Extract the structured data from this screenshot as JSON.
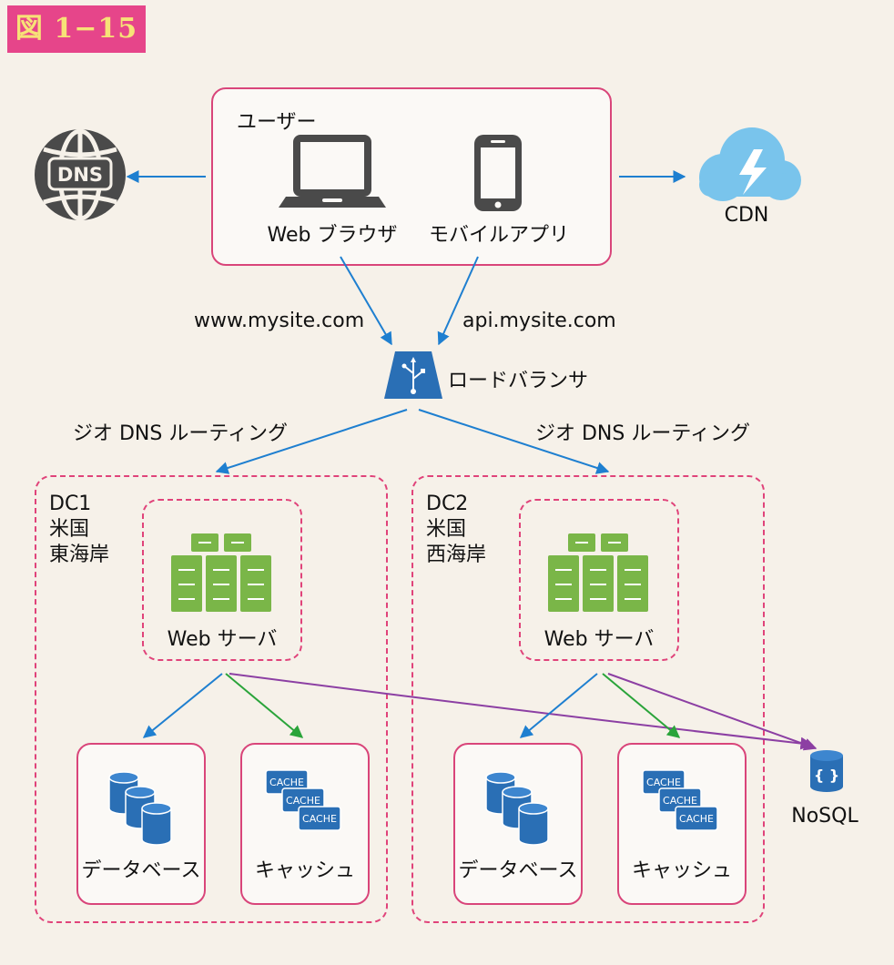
{
  "figure_label": "図 1−15",
  "users": {
    "title": "ユーザー",
    "web_browser": "Web ブラウザ",
    "mobile_app": "モバイルアプリ"
  },
  "dns": {
    "label": "DNS"
  },
  "cdn": {
    "label": "CDN"
  },
  "domains": {
    "web": "www.mysite.com",
    "api": "api.mysite.com"
  },
  "load_balancer": {
    "label": "ロードバランサ"
  },
  "geo_routing": {
    "left": "ジオ DNS ルーティング",
    "right": "ジオ DNS ルーティング"
  },
  "dc1": {
    "name": "DC1",
    "country": "米国",
    "region": "東海岸",
    "web_server": "Web サーバ",
    "database": "データベース",
    "cache": "キャッシュ"
  },
  "dc2": {
    "name": "DC2",
    "country": "米国",
    "region": "西海岸",
    "web_server": "Web サーバ",
    "database": "データベース",
    "cache": "キャッシュ"
  },
  "cache_icon_text": "CACHE",
  "nosql": {
    "label": "NoSQL"
  },
  "colors": {
    "accent_pink": "#e6458a",
    "arrow_blue": "#1e7fd0",
    "arrow_green": "#2aa43a",
    "arrow_purple": "#8c3fa3",
    "server_green": "#7ab648",
    "db_blue": "#2a6fb5",
    "cdn_cloud": "#79c4ec"
  }
}
